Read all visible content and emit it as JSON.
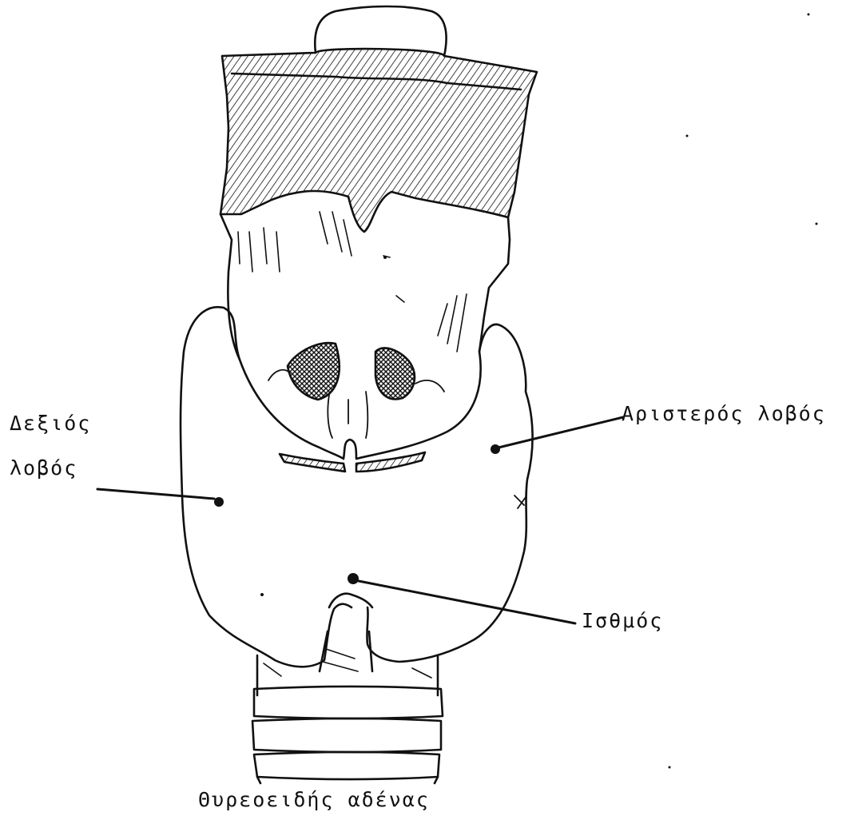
{
  "labels": {
    "right_lobe_line1": "Δεξιός",
    "right_lobe_line2": "λοβός",
    "left_lobe": "Αριστερός λοβός",
    "isthmus": "Ισθμός"
  },
  "caption": "Θυρεοειδής αδένας",
  "colors": {
    "ink": "#111111",
    "paper": "#ffffff"
  }
}
